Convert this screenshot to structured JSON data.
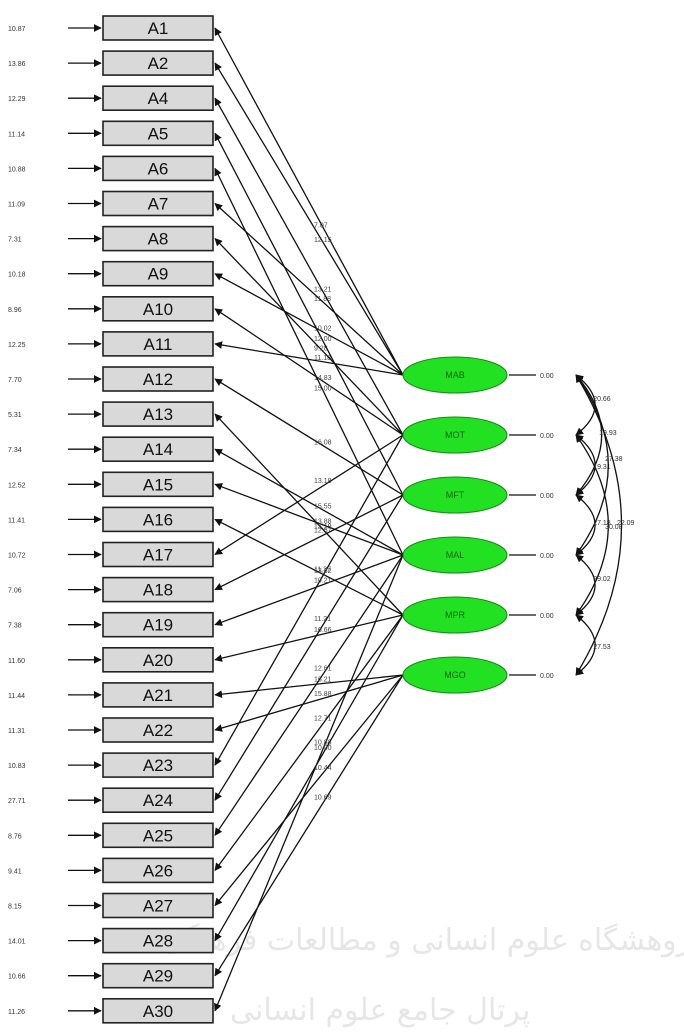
{
  "indicators": [
    {
      "label": "A1",
      "error": "10.87"
    },
    {
      "label": "A2",
      "error": "13.86"
    },
    {
      "label": "A4",
      "error": "12.29"
    },
    {
      "label": "A5",
      "error": "11.14"
    },
    {
      "label": "A6",
      "error": "10.88"
    },
    {
      "label": "A7",
      "error": "11.09"
    },
    {
      "label": "A8",
      "error": "7.31"
    },
    {
      "label": "A9",
      "error": "10.18"
    },
    {
      "label": "A10",
      "error": "8.96"
    },
    {
      "label": "A11",
      "error": "12.25"
    },
    {
      "label": "A12",
      "error": "7.70"
    },
    {
      "label": "A13",
      "error": "5.31"
    },
    {
      "label": "A14",
      "error": "7.34"
    },
    {
      "label": "A15",
      "error": "12.52"
    },
    {
      "label": "A16",
      "error": "11.41"
    },
    {
      "label": "A17",
      "error": "10.72"
    },
    {
      "label": "A18",
      "error": "7.06"
    },
    {
      "label": "A19",
      "error": "7.38"
    },
    {
      "label": "A20",
      "error": "11.60"
    },
    {
      "label": "A21",
      "error": "11.44"
    },
    {
      "label": "A22",
      "error": "11.31"
    },
    {
      "label": "A23",
      "error": "10.83"
    },
    {
      "label": "A24",
      "error": "27.71"
    },
    {
      "label": "A25",
      "error": "8.76"
    },
    {
      "label": "A26",
      "error": "9.41"
    },
    {
      "label": "A27",
      "error": "8.15"
    },
    {
      "label": "A28",
      "error": "14.01"
    },
    {
      "label": "A29",
      "error": "10.66"
    },
    {
      "label": "A30",
      "error": "11.26"
    }
  ],
  "factors": [
    {
      "label": "MAB",
      "variance": "0.00"
    },
    {
      "label": "MOT",
      "variance": "0.00"
    },
    {
      "label": "MFT",
      "variance": "0.00"
    },
    {
      "label": "MAL",
      "variance": "0.00"
    },
    {
      "label": "MPR",
      "variance": "0.00"
    },
    {
      "label": "MGO",
      "variance": "0.00"
    }
  ],
  "paths": [
    {
      "factor": 0,
      "indicator": 0,
      "value": "7.07"
    },
    {
      "factor": 0,
      "indicator": 1,
      "value": "12.15"
    },
    {
      "factor": 0,
      "indicator": 5,
      "value": "11.88"
    },
    {
      "factor": 0,
      "indicator": 7,
      "value": "10.02"
    },
    {
      "factor": 0,
      "indicator": 9,
      "value": "11.18"
    },
    {
      "factor": 1,
      "indicator": 2,
      "value": "13.21"
    },
    {
      "factor": 1,
      "indicator": 6,
      "value": "9.28"
    },
    {
      "factor": 1,
      "indicator": 8,
      "value": "14.83"
    },
    {
      "factor": 1,
      "indicator": 21,
      "value": "11.37"
    },
    {
      "factor": 1,
      "indicator": 15,
      "value": "13.18"
    },
    {
      "factor": 2,
      "indicator": 3,
      "value": "12.00"
    },
    {
      "factor": 2,
      "indicator": 10,
      "value": "16.08"
    },
    {
      "factor": 2,
      "indicator": 16,
      "value": "12.57"
    },
    {
      "factor": 2,
      "indicator": 22,
      "value": "11.21"
    },
    {
      "factor": 3,
      "indicator": 4,
      "value": "15.00"
    },
    {
      "factor": 3,
      "indicator": 12,
      "value": "15.55"
    },
    {
      "factor": 3,
      "indicator": 13,
      "value": "13.88"
    },
    {
      "factor": 3,
      "indicator": 17,
      "value": "10.21"
    },
    {
      "factor": 3,
      "indicator": 23,
      "value": "12.61"
    },
    {
      "factor": 3,
      "indicator": 28,
      "value": "10.88"
    },
    {
      "factor": 4,
      "indicator": 11,
      "value": "13.19"
    },
    {
      "factor": 4,
      "indicator": 14,
      "value": "13.82"
    },
    {
      "factor": 4,
      "indicator": 18,
      "value": "16.66"
    },
    {
      "factor": 4,
      "indicator": 24,
      "value": "12.71"
    },
    {
      "factor": 4,
      "indicator": 26,
      "value": "10.00"
    },
    {
      "factor": 5,
      "indicator": 19,
      "value": "16.21"
    },
    {
      "factor": 5,
      "indicator": 20,
      "value": "15.88"
    },
    {
      "factor": 5,
      "indicator": 25,
      "value": "10.44"
    },
    {
      "factor": 5,
      "indicator": 27,
      "value": "10.69"
    }
  ],
  "correlations": [
    {
      "a": 0,
      "b": 1,
      "value": "20.66"
    },
    {
      "a": 0,
      "b": 2,
      "value": "19.93"
    },
    {
      "a": 1,
      "b": 2,
      "value": "19.31"
    },
    {
      "a": 0,
      "b": 3,
      "value": "27.38"
    },
    {
      "a": 2,
      "b": 3,
      "value": "27.18"
    },
    {
      "a": 1,
      "b": 4,
      "value": "30.08"
    },
    {
      "a": 3,
      "b": 4,
      "value": "29.02"
    },
    {
      "a": 0,
      "b": 5,
      "value": "22.09"
    },
    {
      "a": 4,
      "b": 5,
      "value": "27.53"
    }
  ],
  "watermark": {
    "line1": "پژوهشگاه علوم انسانی و مطالعات فرهنگی",
    "line2": "پرتال جامع علوم انسانی"
  },
  "colors": {
    "factor_fill": "#22e022",
    "indicator_fill": "#d9d9d9",
    "line": "#111111"
  }
}
